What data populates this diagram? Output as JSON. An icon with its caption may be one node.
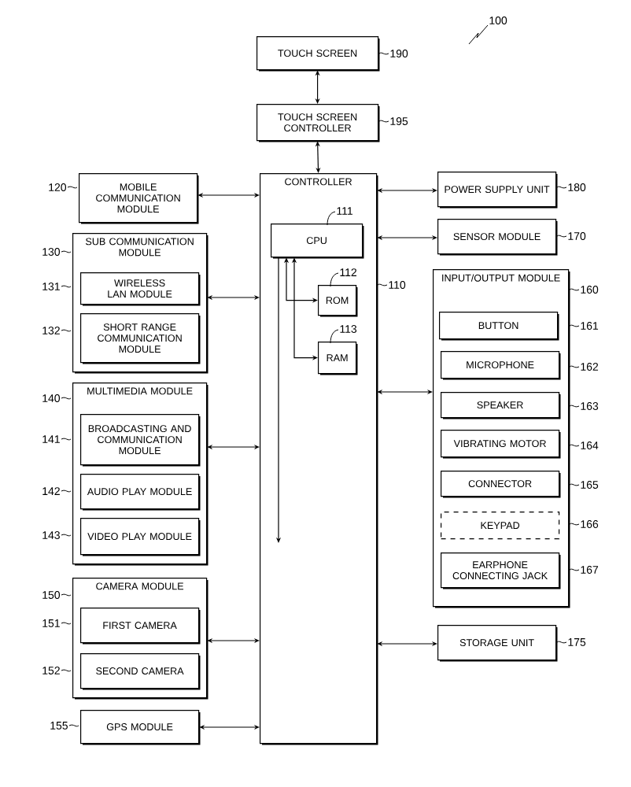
{
  "diagram": {
    "nodes": [
      {
        "text": [
          "TOUCH SCREEN"
        ],
        "beside": [
          "190"
        ]
      },
      {
        "text": [
          "TOUCH SCREEN CONTROLLER"
        ],
        "beside": [
          "195"
        ]
      },
      {
        "text": [
          "CONTROLLER"
        ],
        "beside": [
          "110"
        ]
      },
      {
        "text": [
          "CPU"
        ],
        "beside": [
          "111"
        ],
        "in": 2
      },
      {
        "text": [
          "ROM"
        ],
        "beside": [
          "112"
        ],
        "in": 2
      },
      {
        "text": [
          "RAM"
        ],
        "beside": [
          "113"
        ],
        "in": 2
      },
      {
        "text": [
          "MOBILE COMMUNICATION MODULE"
        ],
        "beside": [
          "120"
        ]
      },
      {
        "text": [
          "SUB COMMUNICATION MODULE"
        ],
        "beside": [
          "130"
        ]
      },
      {
        "text": [
          "WIRELESS LAN MODULE"
        ],
        "beside": [
          "131"
        ],
        "in": 7
      },
      {
        "text": [
          "SHORT RANGE COMMUNICATION MODULE"
        ],
        "beside": [
          "132"
        ],
        "in": 7
      },
      {
        "text": [
          "MULTIMEDIA MODULE"
        ],
        "beside": [
          "140"
        ]
      },
      {
        "text": [
          "BROADCASTING AND COMMUNICATION MODULE"
        ],
        "beside": [
          "141"
        ],
        "in": 10
      },
      {
        "text": [
          "AUDIO PLAY MODULE"
        ],
        "beside": [
          "142"
        ],
        "in": 10
      },
      {
        "text": [
          "VIDEO PLAY MODULE"
        ],
        "beside": [
          "143"
        ],
        "in": 10
      },
      {
        "text": [
          "CAMERA MODULE"
        ],
        "beside": [
          "150"
        ]
      },
      {
        "text": [
          "FIRST CAMERA"
        ],
        "beside": [
          "151"
        ],
        "in": 14
      },
      {
        "text": [
          "SECOND CAMERA"
        ],
        "beside": [
          "152"
        ],
        "in": 14
      },
      {
        "text": [
          "GPS MODULE"
        ],
        "beside": [
          "155"
        ]
      },
      {
        "text": [
          "POWER SUPPLY UNIT"
        ],
        "beside": [
          "180"
        ]
      },
      {
        "text": [
          "SENSOR MODULE"
        ],
        "beside": [
          "170"
        ]
      },
      {
        "text": [
          "INPUT/OUTPUT MODULE"
        ],
        "beside": [
          "160"
        ]
      },
      {
        "text": [
          "BUTTON"
        ],
        "beside": [
          "161"
        ],
        "in": 20
      },
      {
        "text": [
          "MICROPHONE"
        ],
        "beside": [
          "162"
        ],
        "in": 20
      },
      {
        "text": [
          "SPEAKER"
        ],
        "beside": [
          "163"
        ],
        "in": 20
      },
      {
        "text": [
          "VIBRATING MOTOR"
        ],
        "beside": [
          "164"
        ],
        "in": 20
      },
      {
        "text": [
          "CONNECTOR"
        ],
        "beside": [
          "165"
        ],
        "in": 20
      },
      {
        "text": [
          "KEYPAD"
        ],
        "beside": [
          "166"
        ],
        "in": 20
      },
      {
        "text": [
          "EARPHONE CONNECTING JACK"
        ],
        "beside": [
          "167"
        ],
        "in": 20
      },
      {
        "text": [
          "STORAGE UNIT"
        ],
        "beside": [
          "175"
        ]
      }
    ],
    "edges": [
      {
        "from": 0,
        "to": 1,
        "arrow": "both"
      },
      {
        "from": 1,
        "to": 2,
        "arrow": "both"
      },
      {
        "from": 6,
        "to": 2,
        "arrow": "both"
      },
      {
        "from": 7,
        "to": 2,
        "arrow": "both"
      },
      {
        "from": 10,
        "to": 2,
        "arrow": "both"
      },
      {
        "from": 14,
        "to": 2,
        "arrow": "both"
      },
      {
        "from": 17,
        "to": 2,
        "arrow": "both"
      },
      {
        "from": 2,
        "to": 18,
        "arrow": "both"
      },
      {
        "from": 2,
        "to": 19,
        "arrow": "both"
      },
      {
        "from": 2,
        "to": 20,
        "arrow": "both"
      },
      {
        "from": 2,
        "to": 28,
        "arrow": "both"
      },
      {
        "from": 3,
        "to": 4,
        "arrow": "both"
      },
      {
        "from": 3,
        "to": 5,
        "arrow": "both"
      },
      {
        "from": 3,
        "to": null,
        "arrow": "to"
      }
    ],
    "labels": [
      "100"
    ]
  }
}
